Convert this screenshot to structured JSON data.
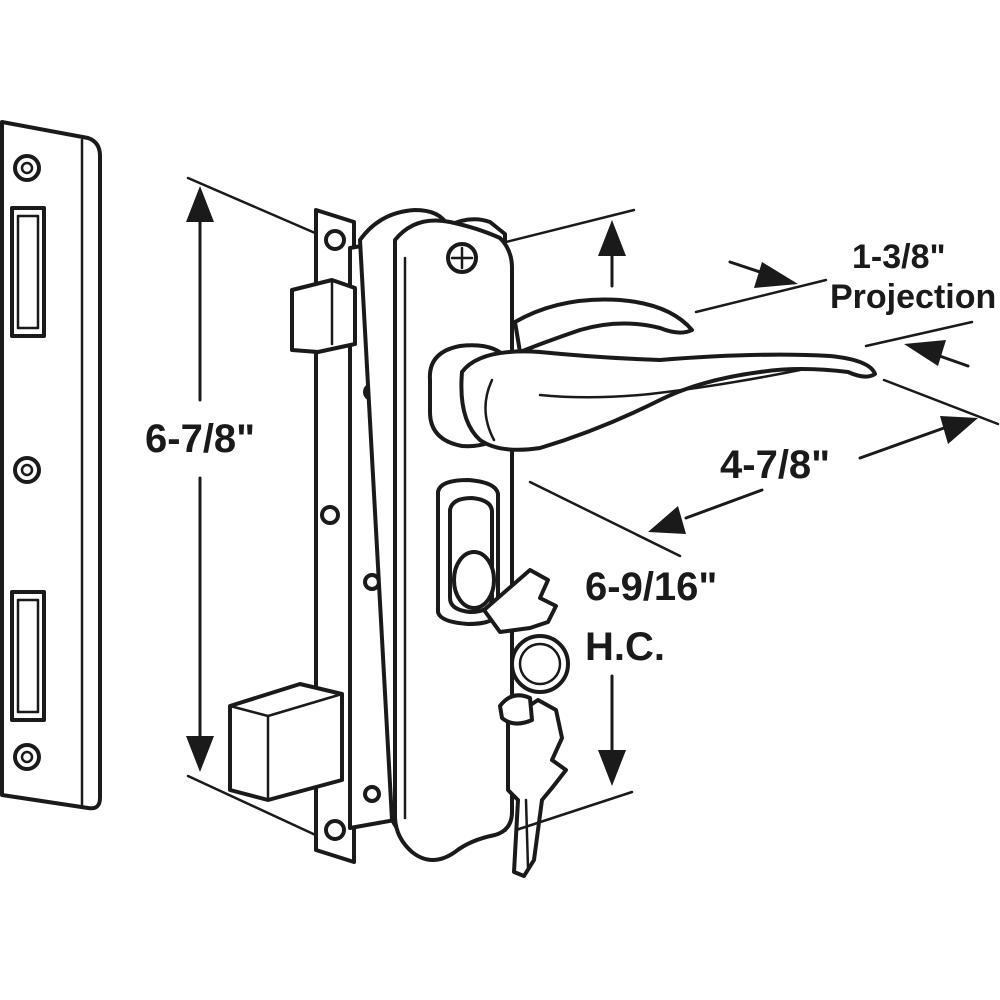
{
  "dimensions": {
    "overall_height": "6-7/8\"",
    "hole_center_line1": "6-9/16\"",
    "hole_center_line2": "H.C.",
    "projection_line1": "1-3/8\"",
    "projection_line2": "Projection",
    "handle_length": "4-7/8\""
  }
}
